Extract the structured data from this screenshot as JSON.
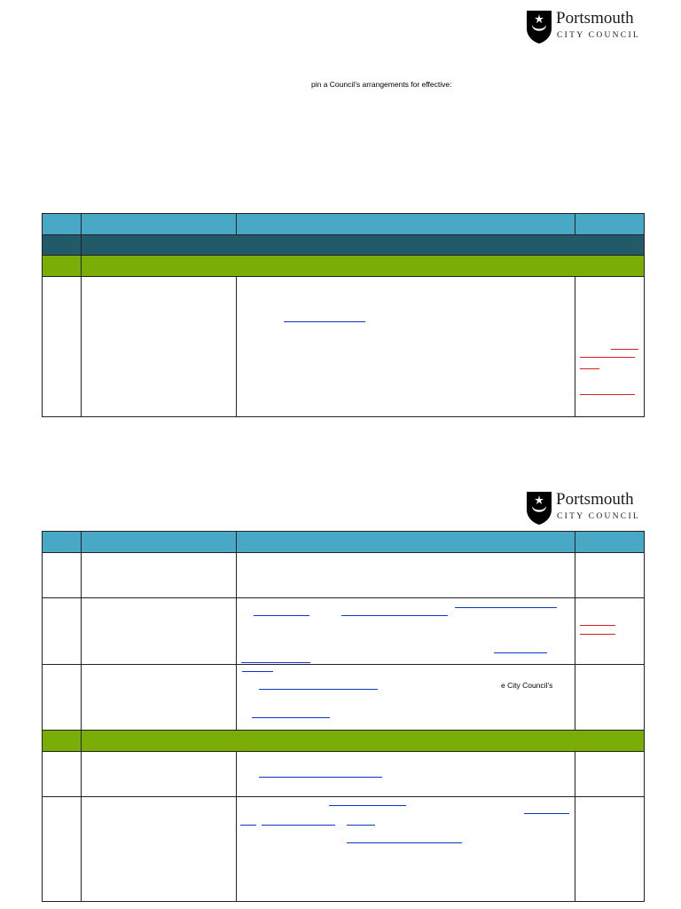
{
  "logos": [
    {
      "line1": "Portsmouth",
      "line2": "CITY COUNCIL"
    },
    {
      "line1": "Portsmouth",
      "line2": "CITY COUNCIL"
    }
  ],
  "intro_text": "pin a Council’s arrangements for effective:",
  "table2": {
    "row3_snippet": "e City Council’s"
  },
  "colors": {
    "header": "#4aa8c7",
    "section_dark": "#235a6a",
    "section_green": "#7aad05",
    "link": "#0b39c7",
    "red_link": "#d42020"
  }
}
